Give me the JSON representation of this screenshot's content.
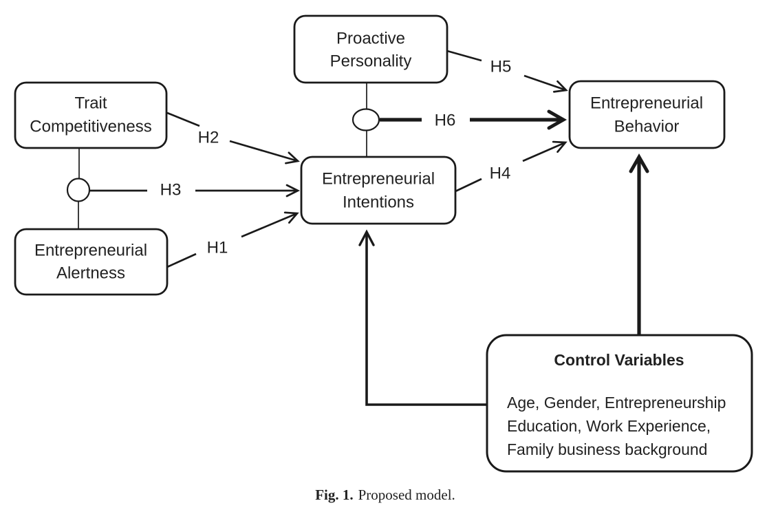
{
  "figure": {
    "colors": {
      "ink": "#1a1a1a",
      "text": "#212121",
      "background": "#ffffff"
    },
    "nodes": {
      "trait_competitiveness": {
        "lines": [
          "Trait",
          "Competitiveness"
        ]
      },
      "entrepreneurial_alertness": {
        "lines": [
          "Entrepreneurial",
          "Alertness"
        ]
      },
      "proactive_personality": {
        "lines": [
          "Proactive",
          "Personality"
        ]
      },
      "entrepreneurial_intentions": {
        "lines": [
          "Entrepreneurial",
          "Intentions"
        ]
      },
      "entrepreneurial_behavior": {
        "lines": [
          "Entrepreneurial",
          "Behavior"
        ]
      },
      "control_variables": {
        "title": "Control Variables",
        "lines": [
          "Age, Gender, Entrepreneurship",
          "Education, Work Experience,",
          "Family business background"
        ]
      }
    },
    "hypothesis_labels": {
      "h1": "H1",
      "h2": "H2",
      "h3": "H3",
      "h4": "H4",
      "h5": "H5",
      "h6": "H6"
    },
    "caption": {
      "label": "Fig. 1.",
      "text": "Proposed model."
    }
  }
}
